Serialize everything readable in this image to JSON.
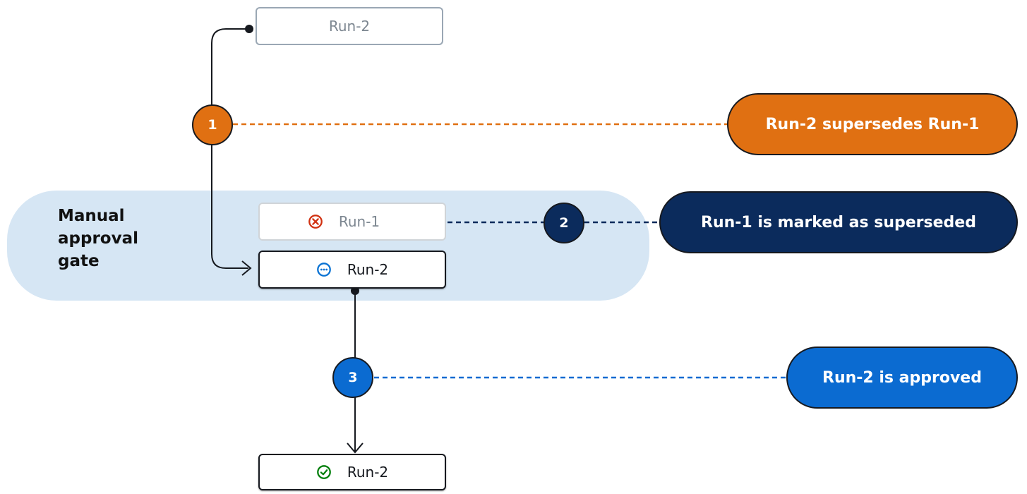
{
  "gate": {
    "label_lines": [
      "Manual",
      "approval",
      "gate"
    ]
  },
  "runs": {
    "top": "Run-2",
    "superseded": "Run-1",
    "pending": "Run-2",
    "approved": "Run-2"
  },
  "steps": [
    {
      "number": "1",
      "color": "#e07012",
      "label": "Run-2 supersedes Run-1"
    },
    {
      "number": "2",
      "color": "#0b2b5c",
      "label": "Run-1 is marked as superseded"
    },
    {
      "number": "3",
      "color": "#0b6bd1",
      "label": "Run-2 is approved"
    }
  ],
  "colors": {
    "gate_background": "#d6e6f4",
    "failed_icon": "#d13212",
    "pending_icon": "#0972d3",
    "success_icon": "#037f0c",
    "connector": "#16191f"
  },
  "icons": {
    "superseded_status": "x-circle-icon",
    "pending_status": "ellipsis-circle-icon",
    "approved_status": "check-circle-icon"
  }
}
